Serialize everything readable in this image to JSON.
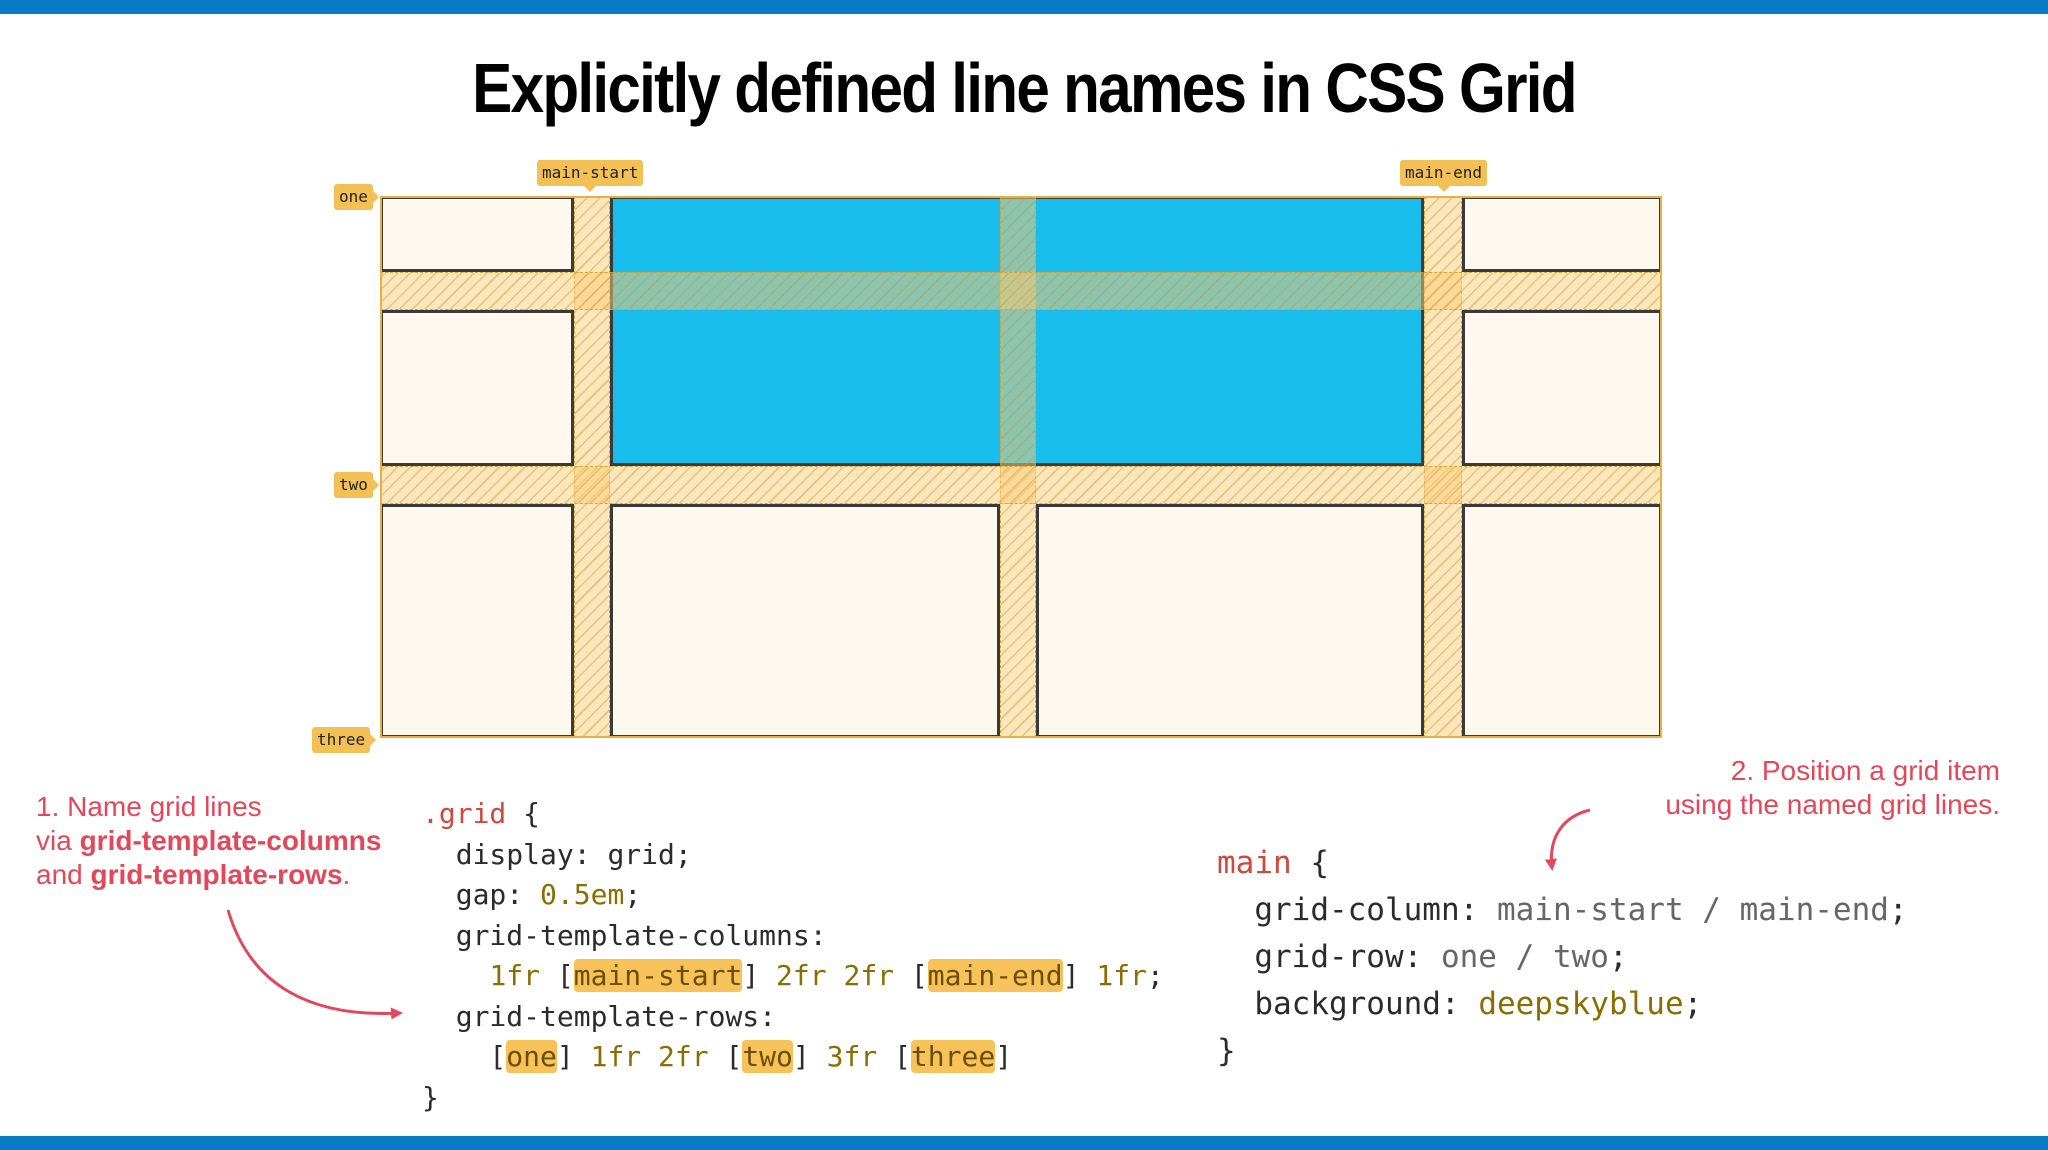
{
  "title": "Explicitly defined line names in CSS Grid",
  "colors": {
    "frame_bar": "#0a7bc3",
    "main_item": "#19bdeb",
    "cell_fill": "#fdf9ef",
    "gap_overlay": "#f9cd78",
    "line_label": "#f3c056",
    "annotation": "#e5475a"
  },
  "line_labels": {
    "columns": {
      "main_start": "main-start",
      "main_end": "main-end"
    },
    "rows": {
      "one": "one",
      "two": "two",
      "three": "three"
    }
  },
  "annotations": {
    "step1": {
      "line1": "1. Name grid lines",
      "via": "via ",
      "columns_prop": "grid-template-columns",
      "and": "and ",
      "rows_prop": "grid-template-rows",
      "end": "."
    },
    "step2": {
      "line1": "2. Position a grid item",
      "line2": "using the named grid lines."
    }
  },
  "code_grid": {
    "selector": ".grid",
    "open": "{",
    "close": "}",
    "display_prop": "display:",
    "display_val": "grid;",
    "gap_prop": "gap:",
    "gap_val": "0.5em",
    "gap_end": ";",
    "columns_prop": "grid-template-columns:",
    "columns_track1": "1fr",
    "columns_name1": "main-start",
    "columns_tracks_mid": "2fr 2fr",
    "columns_name2": "main-end",
    "columns_track_last": "1fr",
    "rows_prop": "grid-template-rows:",
    "rows_name1": "one",
    "rows_tracks1": "1fr 2fr",
    "rows_name2": "two",
    "rows_track3": "3fr",
    "rows_name3": "three"
  },
  "code_main": {
    "selector": "main",
    "open": "{",
    "close": "}",
    "column_prop": "grid-column:",
    "column_val": "main-start / main-end",
    "row_prop": "grid-row:",
    "row_val": "one / two",
    "bg_prop": "background:",
    "bg_val": "deepskyblue",
    "semicolon": ";"
  }
}
